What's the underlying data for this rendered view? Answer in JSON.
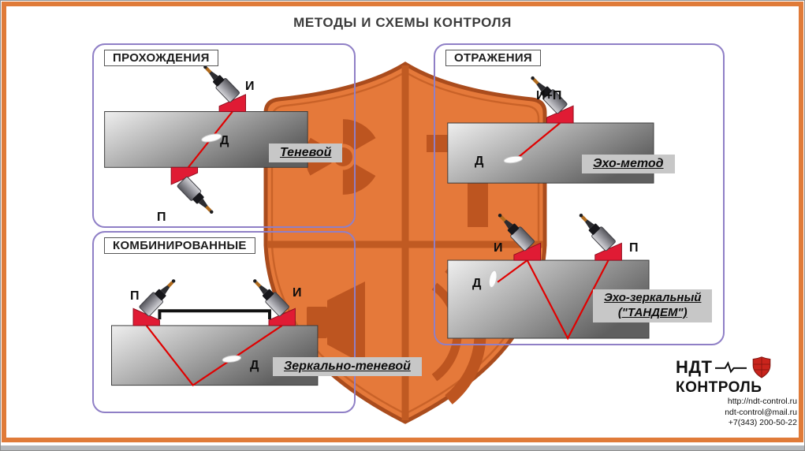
{
  "title": "МЕТОДЫ И СХЕМЫ КОНТРОЛЯ",
  "panels": {
    "transmission": {
      "header": "ПРОХОЖДЕНИЯ",
      "emitter": "И",
      "receiver": "П",
      "defect": "Д",
      "method": "Теневой"
    },
    "reflection": {
      "header": "ОТРАЖЕНИЯ",
      "echo": {
        "probe": "И+П",
        "defect": "Д",
        "method": "Эхо-метод"
      },
      "tandem": {
        "emitter": "И",
        "receiver": "П",
        "defect": "Д",
        "method_line1": "Эхо-зеркальный",
        "method_line2": "(\"ТАНДЕМ\")"
      }
    },
    "combined": {
      "header": "КОМБИНИРОВАННЫЕ",
      "emitter": "И",
      "receiver": "П",
      "defect": "Д",
      "method": "Зеркально-теневой"
    }
  },
  "logo": {
    "brand_top": "НДТ",
    "brand_bottom": "КОНТРОЛЬ",
    "website": "http://ndt-control.ru",
    "email": "ndt-control@mail.ru",
    "phone": "+7(343) 200-50-22"
  },
  "icons": {
    "watermark": "ndt-shield-watermark",
    "radiation": "radiation-trefoil-icon",
    "letter_t": "letter-t-emblem",
    "speaker": "ultrasound-speaker-icon",
    "waves": "sound-wave-arcs-icon",
    "logo_shield": "red-shield-icon",
    "pulse": "pulse-waveform-icon"
  },
  "colors": {
    "frame": "#E07B39",
    "shield": "#E5793A",
    "shield_outline": "#AA4C1D",
    "shield_emblem": "#BD5520",
    "panel_border": "#8F7FC6",
    "beam_red": "#E00000",
    "wedge_red": "#E01B34",
    "method_label_bg": "#C7C7C7"
  }
}
